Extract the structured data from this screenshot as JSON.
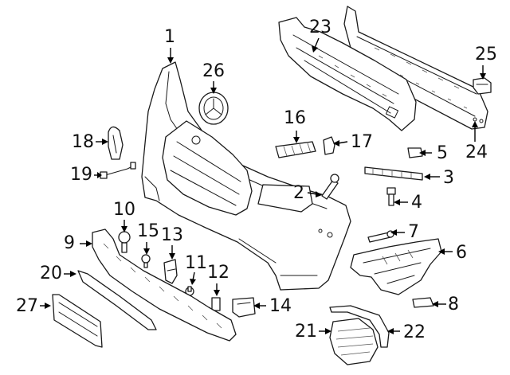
{
  "callouts": [
    {
      "id": "1",
      "label": "1"
    },
    {
      "id": "2",
      "label": "2"
    },
    {
      "id": "3",
      "label": "3"
    },
    {
      "id": "4",
      "label": "4"
    },
    {
      "id": "5",
      "label": "5"
    },
    {
      "id": "6",
      "label": "6"
    },
    {
      "id": "7",
      "label": "7"
    },
    {
      "id": "8",
      "label": "8"
    },
    {
      "id": "9",
      "label": "9"
    },
    {
      "id": "10",
      "label": "10"
    },
    {
      "id": "11",
      "label": "11"
    },
    {
      "id": "12",
      "label": "12"
    },
    {
      "id": "13",
      "label": "13"
    },
    {
      "id": "14",
      "label": "14"
    },
    {
      "id": "15",
      "label": "15"
    },
    {
      "id": "16",
      "label": "16"
    },
    {
      "id": "17",
      "label": "17"
    },
    {
      "id": "18",
      "label": "18"
    },
    {
      "id": "19",
      "label": "19"
    },
    {
      "id": "20",
      "label": "20"
    },
    {
      "id": "21",
      "label": "21"
    },
    {
      "id": "22",
      "label": "22"
    },
    {
      "id": "23",
      "label": "23"
    },
    {
      "id": "24",
      "label": "24"
    },
    {
      "id": "25",
      "label": "25"
    },
    {
      "id": "26",
      "label": "26"
    },
    {
      "id": "27",
      "label": "27"
    }
  ],
  "colors": {
    "line": "#1a1a1a",
    "background": "#ffffff"
  }
}
